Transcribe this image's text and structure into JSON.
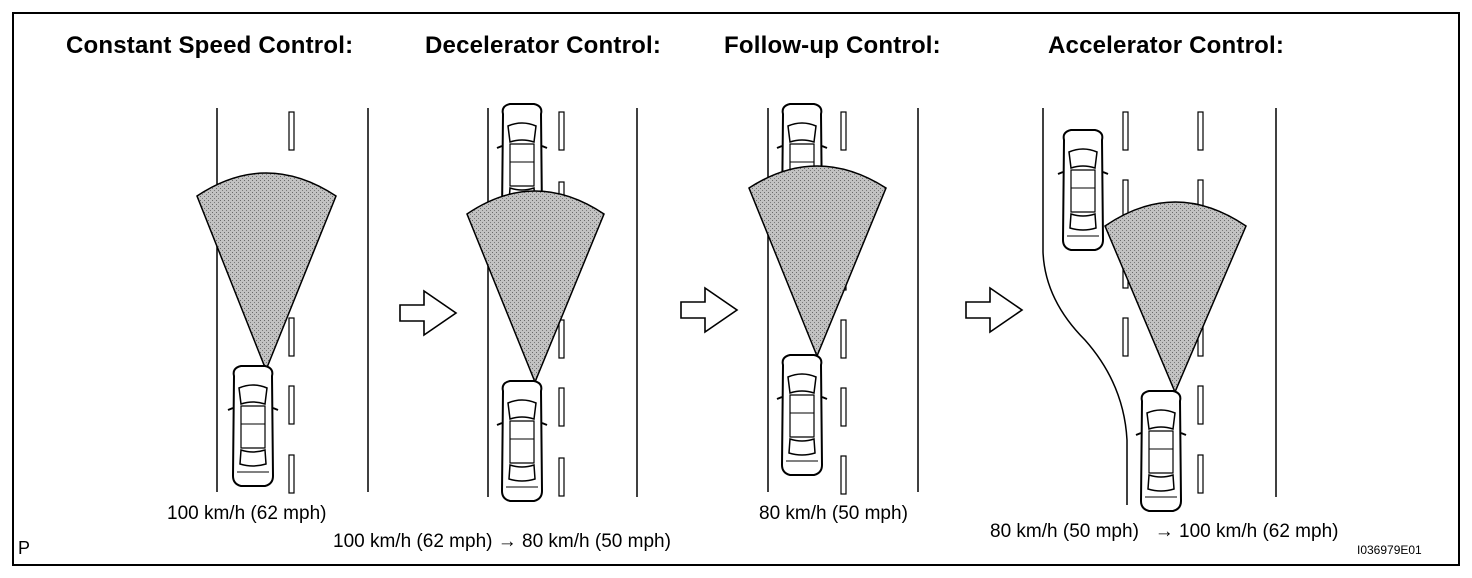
{
  "panels": [
    {
      "title": "Constant Speed Control:",
      "speed": "100 km/h (62 mph)"
    },
    {
      "title": "Decelerator Control:",
      "speed": "100 km/h (62 mph) → 80 km/h (50 mph)"
    },
    {
      "title": "Follow-up Control:",
      "speed": "80 km/h (50 mph)"
    },
    {
      "title": "Accelerator Control:",
      "speed": "80 km/h (50 mph)   → 100 km/h (62 mph)"
    }
  ],
  "corner_label": "P",
  "figure_id": "I036979E01",
  "colors": {
    "radar": "#b4b4b4",
    "line": "#000000",
    "car": "#ffffff"
  }
}
